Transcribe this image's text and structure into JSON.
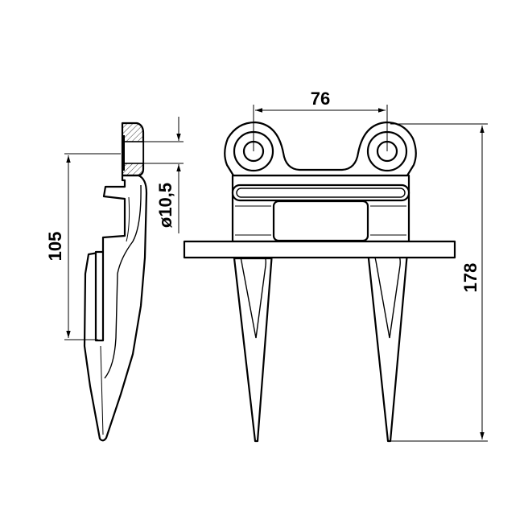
{
  "drawing": {
    "views": [
      "side-view",
      "front-view"
    ],
    "dimensions": {
      "hole_spacing": "76",
      "overall_height": "178",
      "side_length": "105",
      "hole_diameter": "ø10,5"
    },
    "colors": {
      "line": "#000000",
      "background": "#ffffff"
    }
  }
}
